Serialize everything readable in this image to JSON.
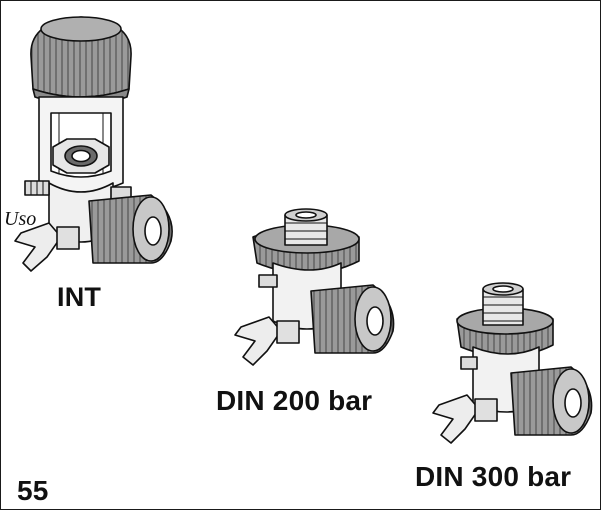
{
  "figure": {
    "page_number": "55",
    "handwritten_note": "Uso",
    "valves": [
      {
        "label": "INT"
      },
      {
        "label": "DIN 200 bar"
      },
      {
        "label": "DIN 300 bar"
      }
    ]
  },
  "colors": {
    "knob_gray": "#9a9a9a",
    "knob_dark": "#6e6e6e",
    "outline": "#111111",
    "metal_light": "#eeeeee"
  }
}
